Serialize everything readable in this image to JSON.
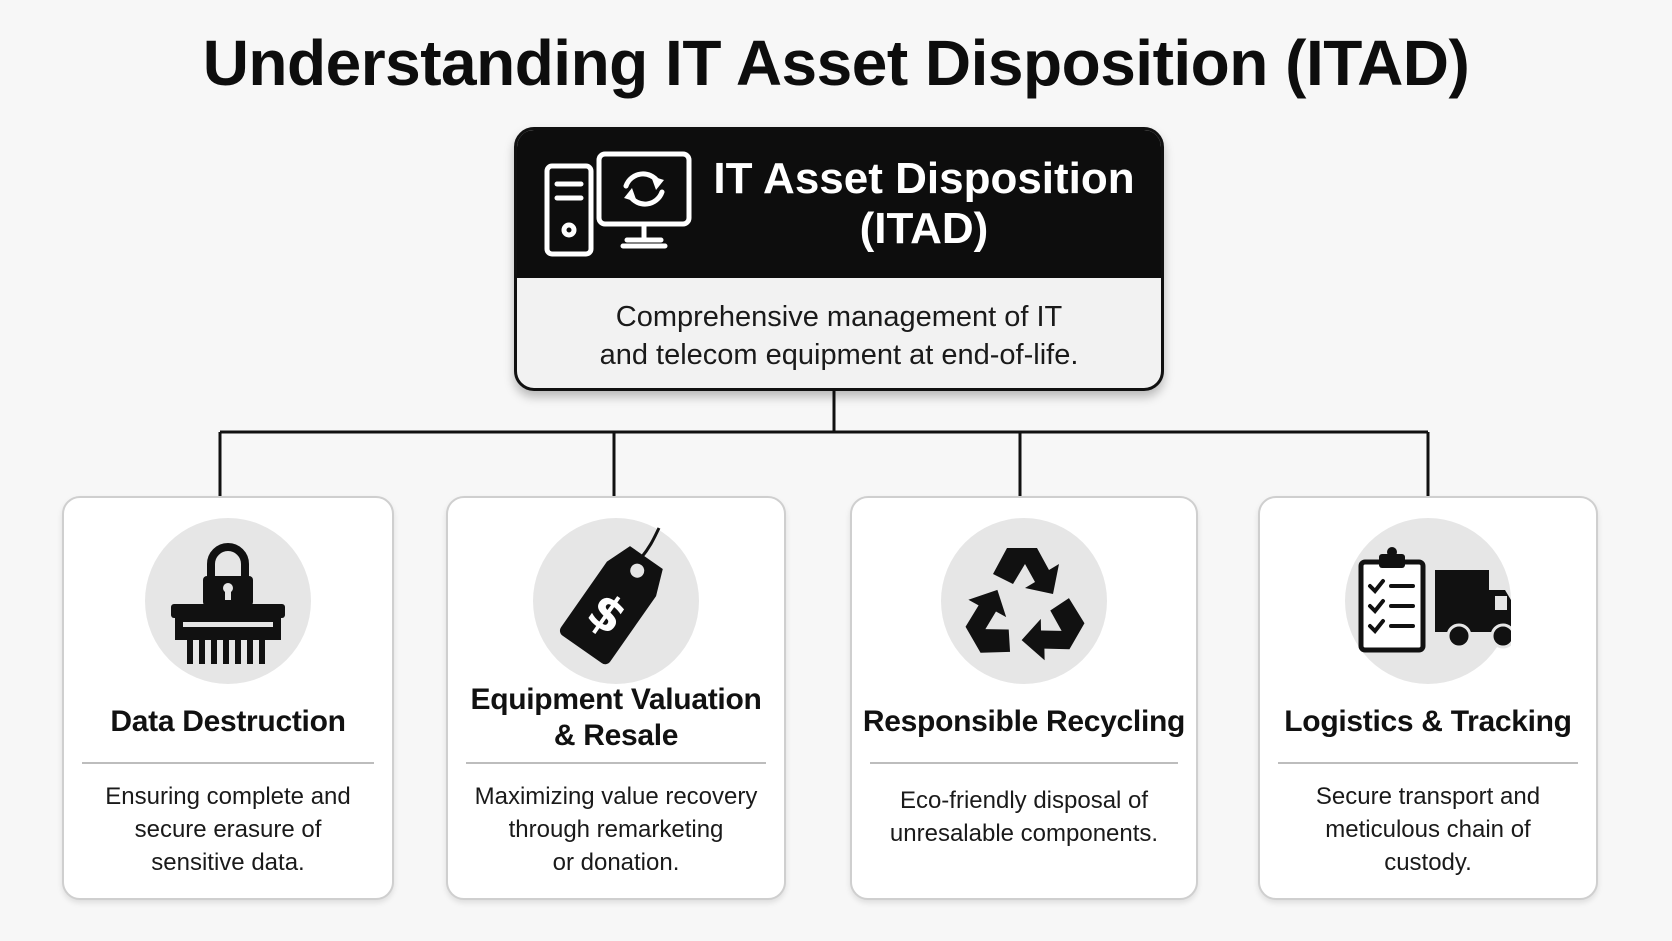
{
  "title": "Understanding IT Asset Disposition (ITAD)",
  "root": {
    "title_lines": [
      "IT Asset Disposition",
      "(ITAD)"
    ],
    "description_lines": [
      "Comprehensive management of IT",
      "and telecom equipment at end-of-life."
    ],
    "icon": "computer-refresh-icon"
  },
  "cards": [
    {
      "icon": "shredder-lock-icon",
      "title_lines": [
        "Data Destruction"
      ],
      "description_lines": [
        "Ensuring complete and",
        "secure erasure of",
        "sensitive data."
      ]
    },
    {
      "icon": "price-tag-dollar-icon",
      "title_lines": [
        "Equipment Valuation",
        "& Resale"
      ],
      "description_lines": [
        "Maximizing value recovery",
        "through remarketing",
        "or donation."
      ]
    },
    {
      "icon": "recycle-icon",
      "title_lines": [
        "Responsible Recycling"
      ],
      "description_lines": [
        "Eco-friendly disposal of",
        "unresalable components."
      ]
    },
    {
      "icon": "clipboard-truck-icon",
      "title_lines": [
        "Logistics & Tracking"
      ],
      "description_lines": [
        "Secure transport and",
        "meticulous chain of",
        "custody."
      ]
    }
  ],
  "colors": {
    "header_bg": "#0d0d0d",
    "icon_circle_bg": "#e6e6e6",
    "page_bg": "#f7f7f7"
  }
}
